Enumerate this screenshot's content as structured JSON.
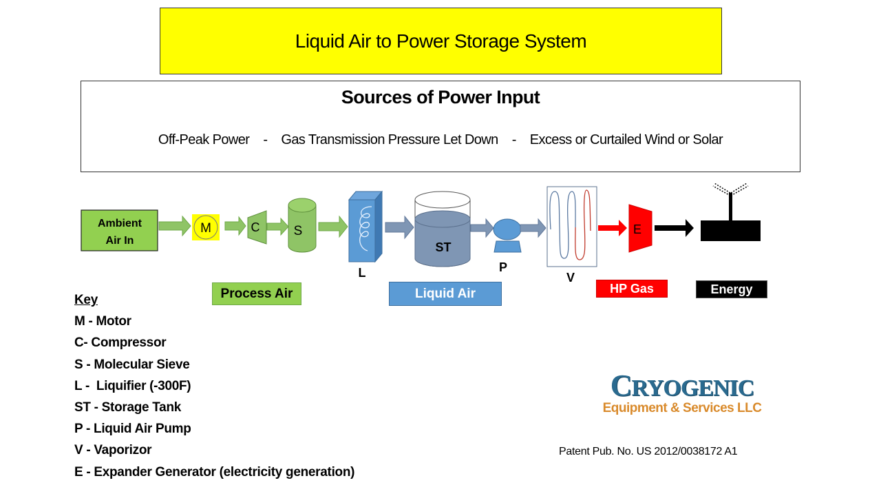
{
  "title": "Liquid Air to Power Storage System",
  "sources": {
    "heading": "Sources of Power Input",
    "items": [
      "Off-Peak Power",
      "Gas Transmission Pressure Let Down",
      "Excess or Curtailed Wind or Solar"
    ],
    "separator": "-"
  },
  "diagram": {
    "ambient_label_line1": "Ambient",
    "ambient_label_line2": "Air In",
    "motor": "M",
    "compressor": "C",
    "sieve": "S",
    "liquifier": "L",
    "storage_tank": "ST",
    "pump": "P",
    "vaporizor": "V",
    "expander": "E"
  },
  "legend_tags": {
    "process_air": "Process Air",
    "liquid_air": "Liquid Air",
    "hp_gas": "HP Gas",
    "energy": "Energy"
  },
  "colors": {
    "yellow": "#ffff00",
    "green": "#92d050",
    "blue": "#5b9bd5",
    "gray_blue": "#7f96b4",
    "red": "#ff0000",
    "black": "#000000",
    "logo_blue": "#2a6a8f",
    "logo_orange": "#d98a2b"
  },
  "key": {
    "heading": "Key",
    "items": [
      "M - Motor",
      "C- Compressor",
      "S - Molecular Sieve",
      "L -  Liquifier (-300F)",
      "ST - Storage Tank",
      "P - Liquid Air Pump",
      "V - Vaporizor",
      "E - Expander Generator (electricity generation)"
    ]
  },
  "logo": {
    "main_first": "C",
    "main_rest": "RYOGENIC",
    "sub": "Equipment & Services LLC"
  },
  "patent": "Patent Pub. No. US 2012/0038172 A1"
}
